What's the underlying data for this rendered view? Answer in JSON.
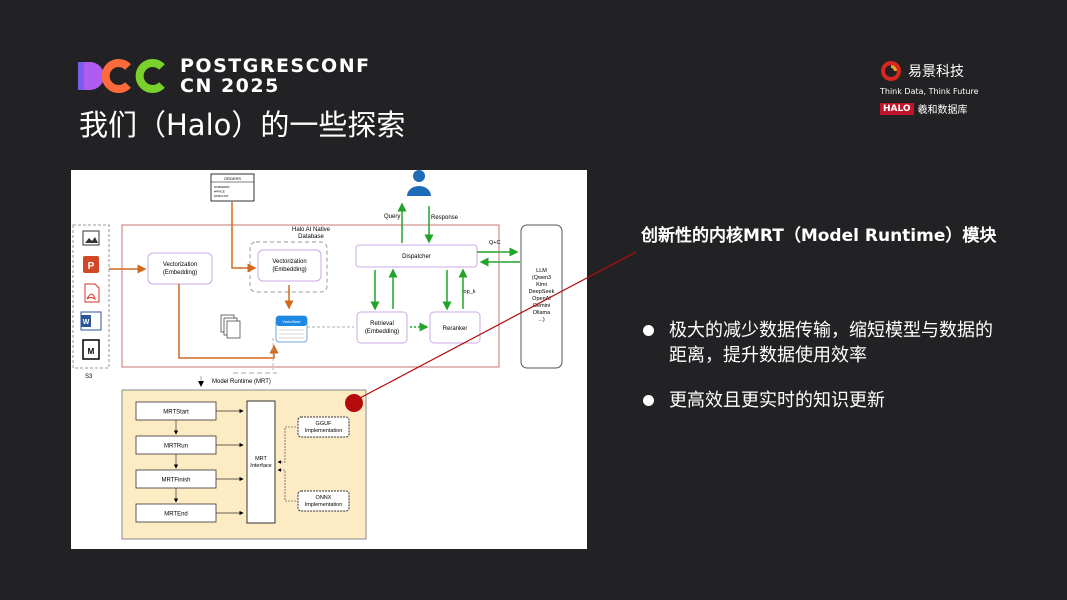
{
  "conference": {
    "line1": "POSTGRESCONF",
    "line2": "CN 2025"
  },
  "slide_title": "我们（Halo）的一些探索",
  "brand": {
    "name": "易景科技",
    "tagline": "Think Data, Think Future",
    "badge": "HALO",
    "sub": "羲和数据库"
  },
  "diagram": {
    "orders_title": "ORDERS",
    "orders_fields": [
      "#ORDERID",
      "#PRICE",
      "#AMOUNT"
    ],
    "s3_label": "S3",
    "native_db_label_1": "Halo AI Native",
    "native_db_label_2": "Database",
    "vectorization_1": [
      "Vectorization",
      "(Embedding)"
    ],
    "vectorization_2": [
      "Vectorization",
      "(Embedding)"
    ],
    "dispatcher": "Dispatcher",
    "query": "Query",
    "response": "Response",
    "qc": "Q+C",
    "top_k": "top_k",
    "retrieval": [
      "Retrieval",
      "(Embedding)"
    ],
    "reranker": "Reranker",
    "vectorbase": "VectorBase",
    "llm_lines": [
      "LLM",
      "(Qwen3",
      "Kimi",
      "DeepSeek",
      "OpenAI",
      "Gemini",
      "Ollama",
      "...)"
    ],
    "mrt_label": "Model Runtime (MRT)",
    "mrt_steps": [
      "MRTStart",
      "MRTRun",
      "MRTFinish",
      "MRTEnd"
    ],
    "mrt_interface": [
      "MRT",
      "Interface"
    ],
    "gguf": [
      "GGUF",
      "Implementation"
    ],
    "onnx": [
      "ONNX",
      "Implementation"
    ]
  },
  "callout": "创新性的内核MRT（Model Runtime）模块",
  "bullets": [
    "极大的减少数据传输，缩短模型与数据的距离，提升数据使用效率",
    "更高效且更实时的知识更新"
  ],
  "colors": {
    "background": "#222225",
    "accent_red": "#b40c0c",
    "orange_arrow": "#d2691e",
    "green_arrow": "#22a32a",
    "mrt_bg": "#fdebc4",
    "purple_box": "#c9a9e6"
  }
}
